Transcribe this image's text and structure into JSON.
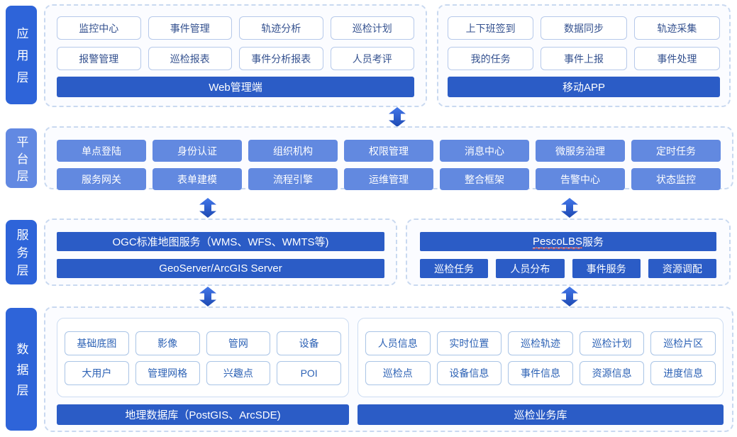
{
  "colors": {
    "bar_blue": "#2b5cc6",
    "label_dark_blue": "#2e64d9",
    "label_light_blue": "#6289e2",
    "platform_button_blue": "#6289e0",
    "outline_button_text": "#34518f",
    "data_button_text": "#2d62b5",
    "dashed_border": "#c9d9f0",
    "spellcheck_red": "#e0402f"
  },
  "app_layer": {
    "label": "应用层",
    "web": {
      "buttons": [
        "监控中心",
        "事件管理",
        "轨迹分析",
        "巡检计划",
        "报警管理",
        "巡检报表",
        "事件分析报表",
        "人员考评"
      ],
      "bar": "Web管理端"
    },
    "mobile": {
      "buttons": [
        "上下班签到",
        "数据同步",
        "轨迹采集",
        "我的任务",
        "事件上报",
        "事件处理"
      ],
      "bar": "移动APP"
    }
  },
  "platform_layer": {
    "label": "平台层",
    "buttons": [
      "单点登陆",
      "身份认证",
      "组织机构",
      "权限管理",
      "消息中心",
      "微服务治理",
      "定时任务",
      "服务网关",
      "表单建模",
      "流程引擎",
      "运维管理",
      "整合框架",
      "告警中心",
      "状态监控"
    ]
  },
  "service_layer": {
    "label": "服务层",
    "gis": {
      "bar1": "OGC标准地图服务（WMS、WFS、WMTS等)",
      "bar2": "GeoServer/ArcGIS Server"
    },
    "lbs": {
      "bar_name": "PescoLBS",
      "bar_suffix": "服务",
      "buttons": [
        "巡检任务",
        "人员分布",
        "事件服务",
        "资源调配"
      ]
    }
  },
  "data_layer": {
    "label": "数据层",
    "geo": {
      "buttons": [
        "基础底图",
        "影像",
        "管网",
        "设备",
        "大用户",
        "管理网格",
        "兴趣点",
        "POI"
      ],
      "bar": "地理数据库（PostGIS、ArcSDE)"
    },
    "business": {
      "buttons": [
        "人员信息",
        "实时位置",
        "巡检轨迹",
        "巡检计划",
        "巡检片区",
        "巡检点",
        "设备信息",
        "事件信息",
        "资源信息",
        "进度信息"
      ],
      "bar": "巡检业务库"
    }
  }
}
